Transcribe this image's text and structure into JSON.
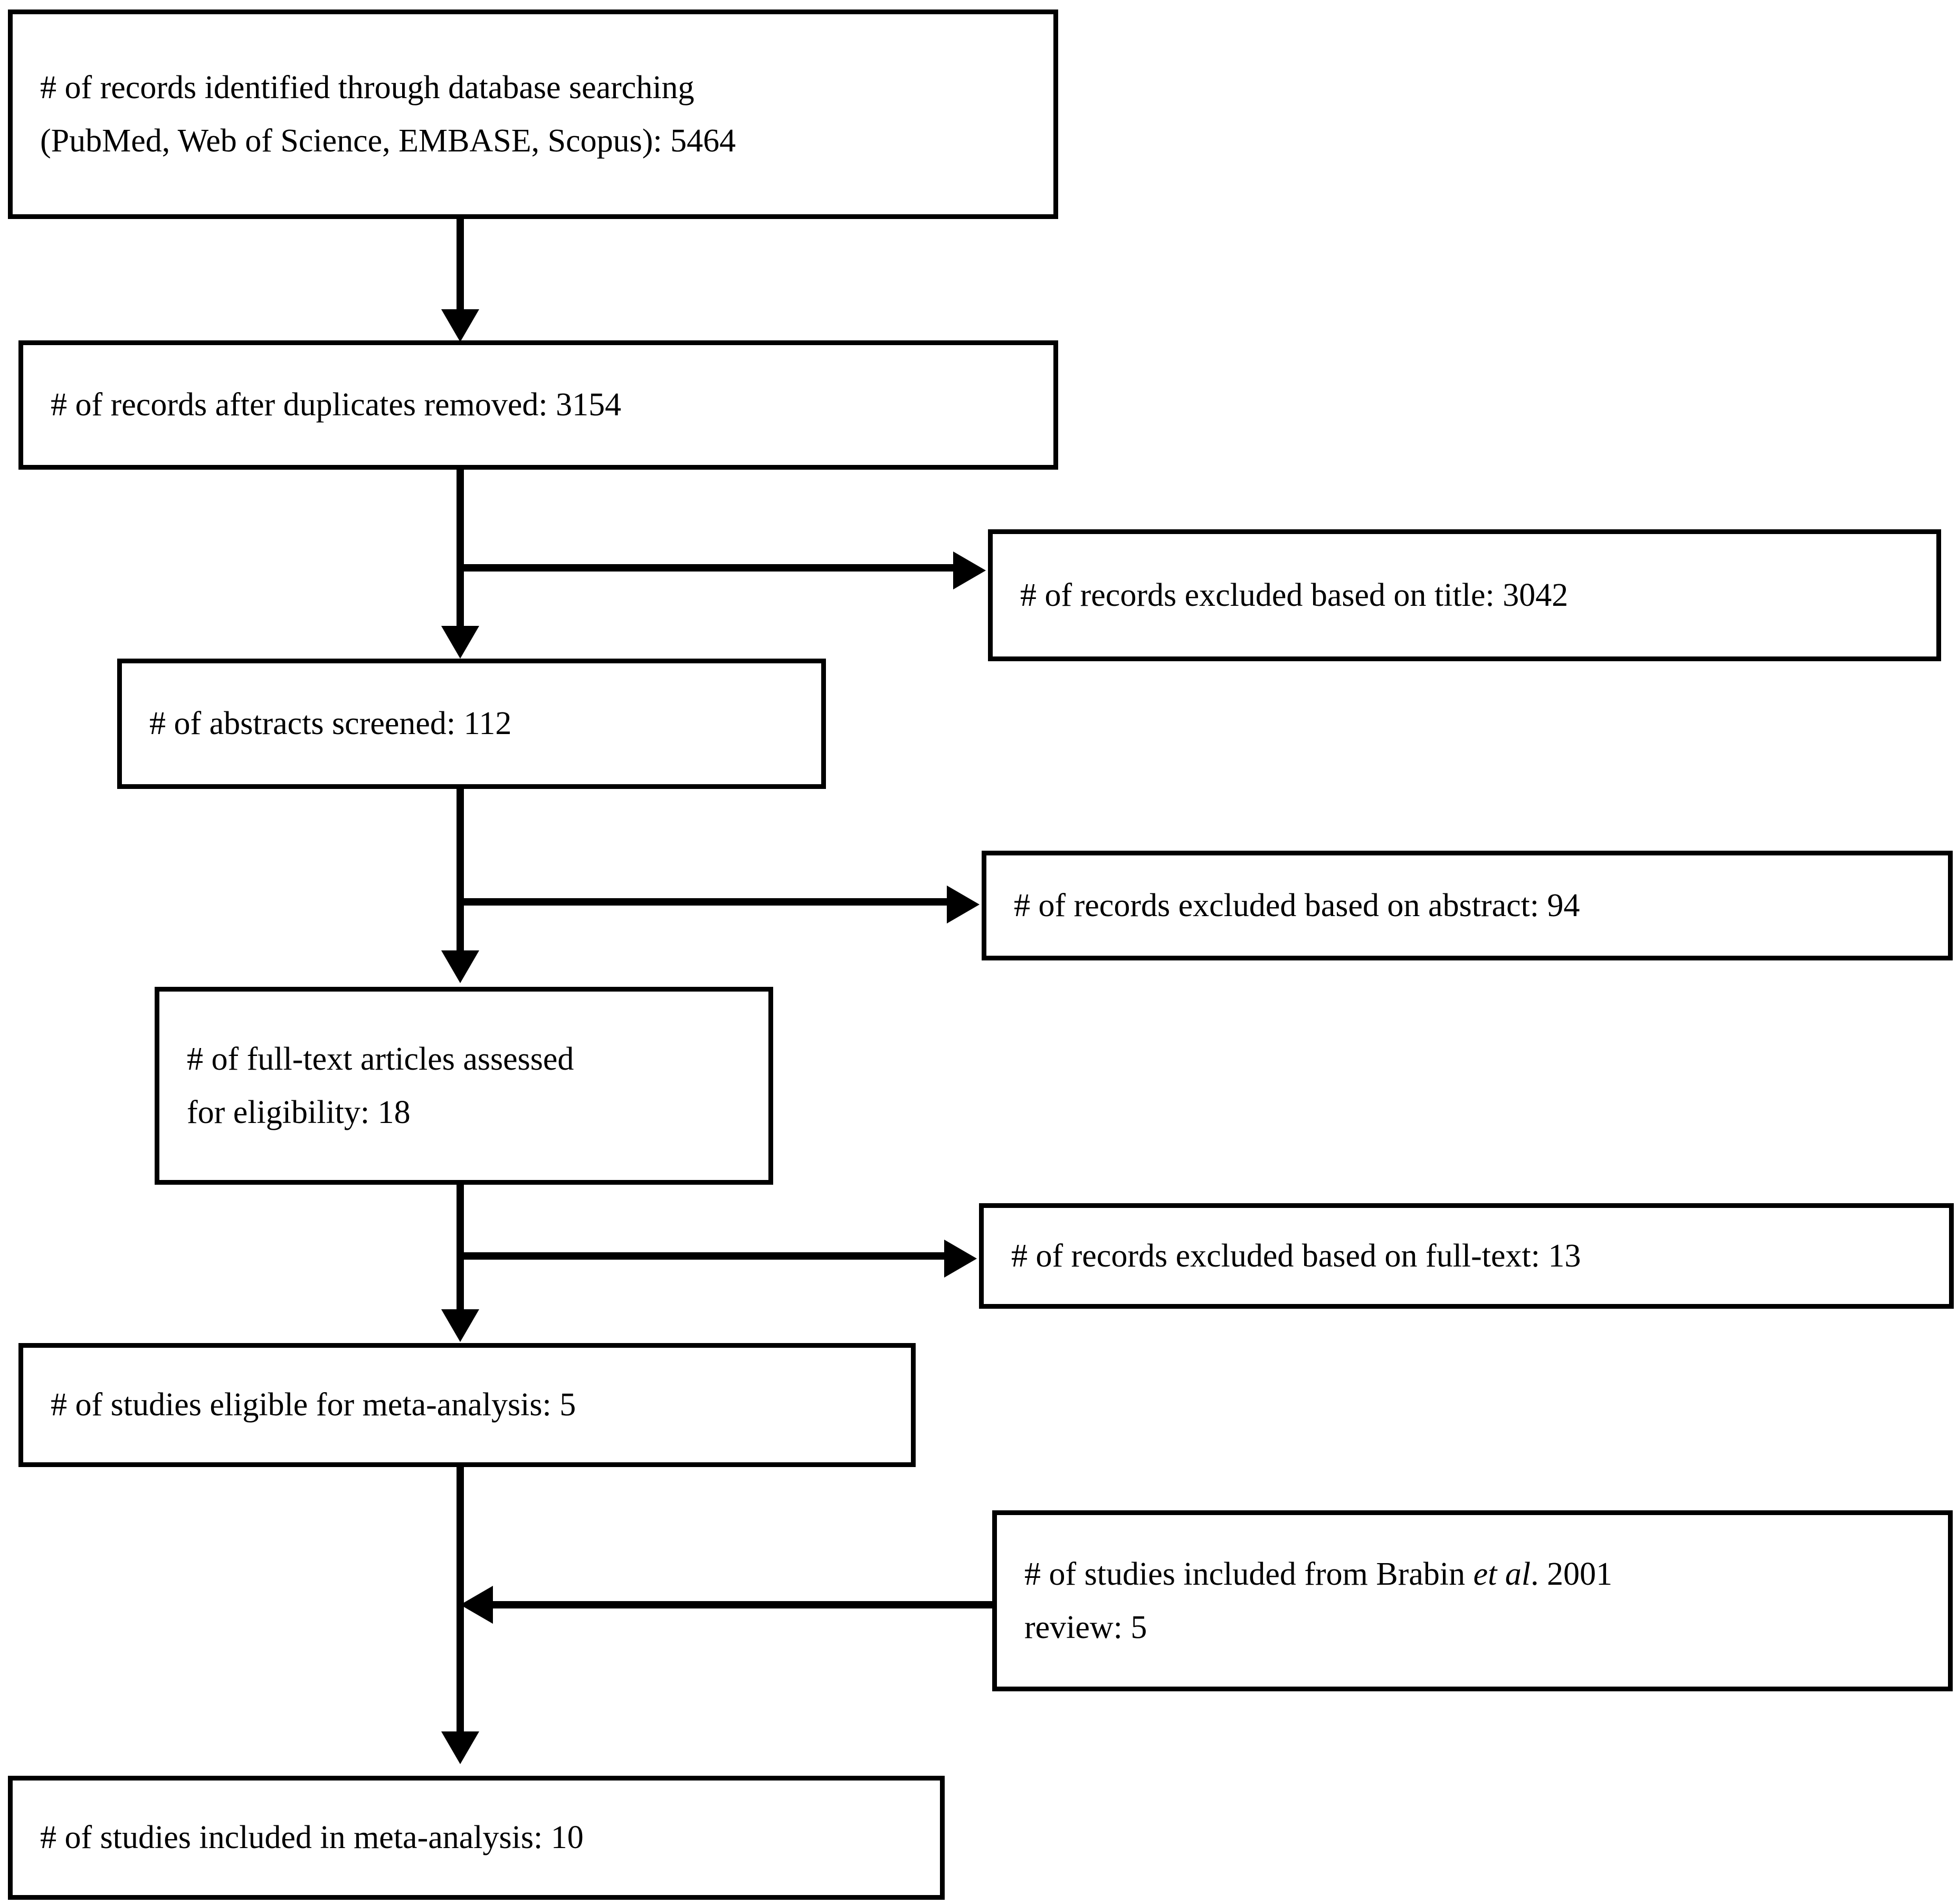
{
  "diagram": {
    "type": "prisma-flow-diagram",
    "title": "PRISMA study selection flow diagram",
    "stroke_color": "#000000",
    "background_color": "#ffffff"
  },
  "chart_data": {
    "type": "flowchart",
    "title": "PRISMA study selection flow diagram",
    "nodes": [
      {
        "id": "identified",
        "label": "# of records identified through database searching (PubMed, Web of Science, EMBASE, Scopus): 5464",
        "value": 5464,
        "stage": "identification"
      },
      {
        "id": "after_duplicates",
        "label": "# of records after duplicates removed: 3154",
        "value": 3154,
        "stage": "screening"
      },
      {
        "id": "excluded_title",
        "label": "# of records excluded based on title: 3042",
        "value": 3042,
        "stage": "excluded"
      },
      {
        "id": "abstracts_screened",
        "label": "# of abstracts screened: 112",
        "value": 112,
        "stage": "screening"
      },
      {
        "id": "excluded_abstract",
        "label": "# of records excluded based on abstract: 94",
        "value": 94,
        "stage": "excluded"
      },
      {
        "id": "fulltext_assessed",
        "label": "# of full-text articles assessed for eligibility: 18",
        "value": 18,
        "stage": "eligibility"
      },
      {
        "id": "excluded_fulltext",
        "label": "# of records excluded based on full-text: 13",
        "value": 13,
        "stage": "excluded"
      },
      {
        "id": "eligible_meta",
        "label": "# of studies eligible for meta-analysis: 5",
        "value": 5,
        "stage": "included"
      },
      {
        "id": "brabin_review",
        "label": "# of studies included from Brabin et al. 2001 review: 5",
        "value": 5,
        "stage": "additional"
      },
      {
        "id": "included_meta",
        "label": "# of studies included in meta-analysis: 10",
        "value": 10,
        "stage": "included"
      }
    ],
    "edges": [
      {
        "from": "identified",
        "to": "after_duplicates",
        "direction": "down"
      },
      {
        "from": "after_duplicates",
        "to": "excluded_title",
        "direction": "right"
      },
      {
        "from": "after_duplicates",
        "to": "abstracts_screened",
        "direction": "down"
      },
      {
        "from": "abstracts_screened",
        "to": "excluded_abstract",
        "direction": "right"
      },
      {
        "from": "abstracts_screened",
        "to": "fulltext_assessed",
        "direction": "down"
      },
      {
        "from": "fulltext_assessed",
        "to": "excluded_fulltext",
        "direction": "right"
      },
      {
        "from": "fulltext_assessed",
        "to": "eligible_meta",
        "direction": "down"
      },
      {
        "from": "brabin_review",
        "to": "included_meta",
        "direction": "left"
      },
      {
        "from": "eligible_meta",
        "to": "included_meta",
        "direction": "down"
      }
    ]
  },
  "boxes": {
    "identified": {
      "line1": "# of records identified through database searching",
      "line2": "(PubMed, Web of Science, EMBASE, Scopus): 5464"
    },
    "after_duplicates": {
      "line1": "# of records after duplicates removed: 3154"
    },
    "excluded_title": {
      "line1": "# of records excluded based on title: 3042"
    },
    "abstracts_screened": {
      "line1": "# of abstracts screened: 112"
    },
    "excluded_abstract": {
      "line1": "# of records excluded based on abstract: 94"
    },
    "fulltext_assessed": {
      "line1": "# of full-text articles assessed",
      "line2": "for eligibility: 18"
    },
    "excluded_fulltext": {
      "line1": "# of records excluded based on full-text: 13"
    },
    "eligible_meta": {
      "line1": "# of studies eligible for meta-analysis: 5"
    },
    "brabin_review": {
      "line1_part1": "# of studies included from Brabin ",
      "line1_italic": "et al",
      "line1_part2": ". 2001",
      "line2": "review: 5"
    },
    "included_meta": {
      "line1": "# of studies included in meta-analysis: 10"
    }
  }
}
